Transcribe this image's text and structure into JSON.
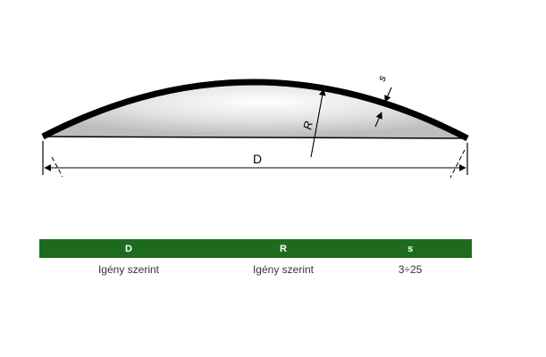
{
  "diagram": {
    "dimension_labels": {
      "diameter": "D",
      "radius": "R",
      "thickness": "s"
    }
  },
  "table": {
    "header_color": "#1e6b1e",
    "headers": [
      "D",
      "R",
      "s"
    ],
    "rows": [
      [
        "Igény szerint",
        "Igény szerint",
        "3÷25"
      ]
    ]
  }
}
